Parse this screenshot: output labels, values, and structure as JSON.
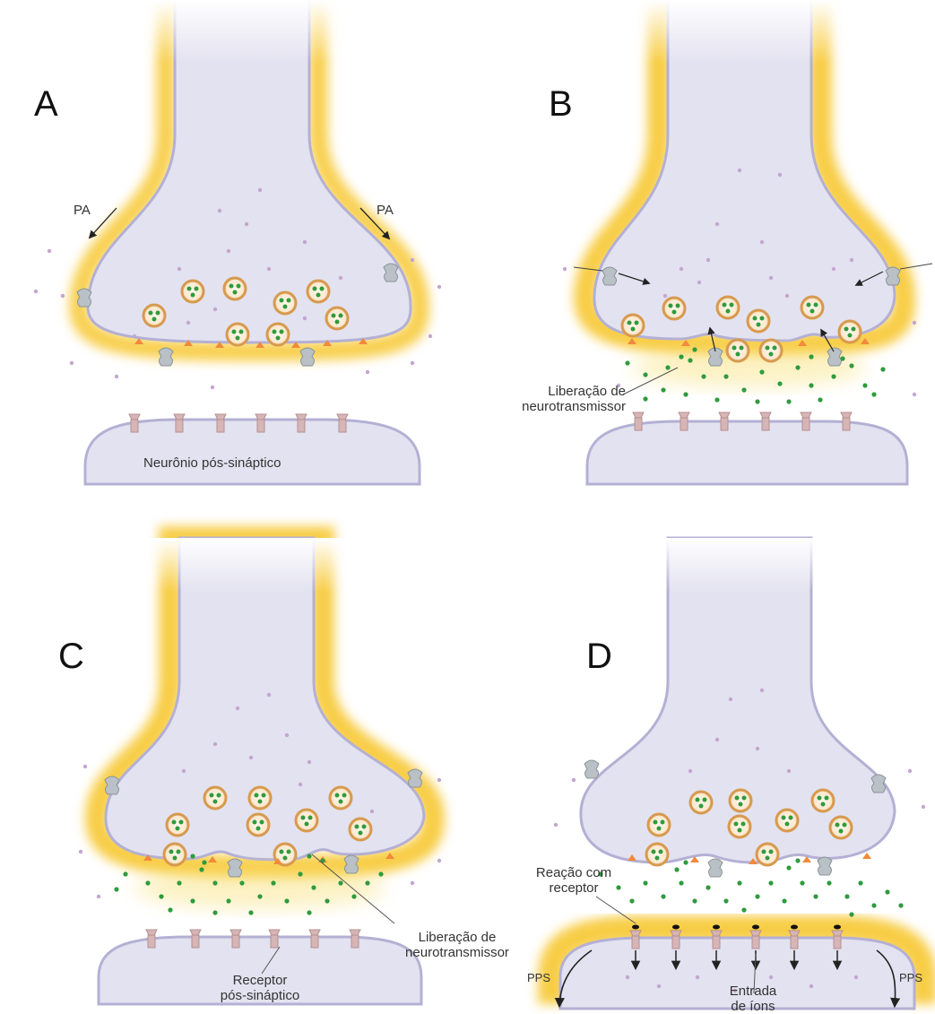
{
  "panels": {
    "a": {
      "letter": "A",
      "pa_left": "PA",
      "pa_right": "PA",
      "postsynaptic_label": "Neurônio pós-sináptico"
    },
    "b": {
      "letter": "B",
      "release_line1": "Liberação de",
      "release_line2": "neurotransmissor"
    },
    "c": {
      "letter": "C",
      "release_line1": "Liberação de",
      "release_line2": "neurotransmissor",
      "receptor_line1": "Receptor",
      "receptor_line2": "pós-sináptico"
    },
    "d": {
      "letter": "D",
      "reaction_line1": "Reação com",
      "reaction_line2": "receptor",
      "pps_left": "PPS",
      "pps_right": "PPS",
      "ions_line1": "Entrada",
      "ions_line2": "de íons"
    }
  },
  "colors": {
    "membrane_fill": "#e3e2f0",
    "membrane_edge": "#b4b0d4",
    "glow": "#f7c832",
    "vesicle_ring": "#d79a4f",
    "neurotransmitter": "#2f9b3e",
    "ion_dot": "#c4a6cf",
    "channel": "#b9c1c6",
    "receptor": "#d6b5b7",
    "arrowhead": "#f08a3c"
  }
}
